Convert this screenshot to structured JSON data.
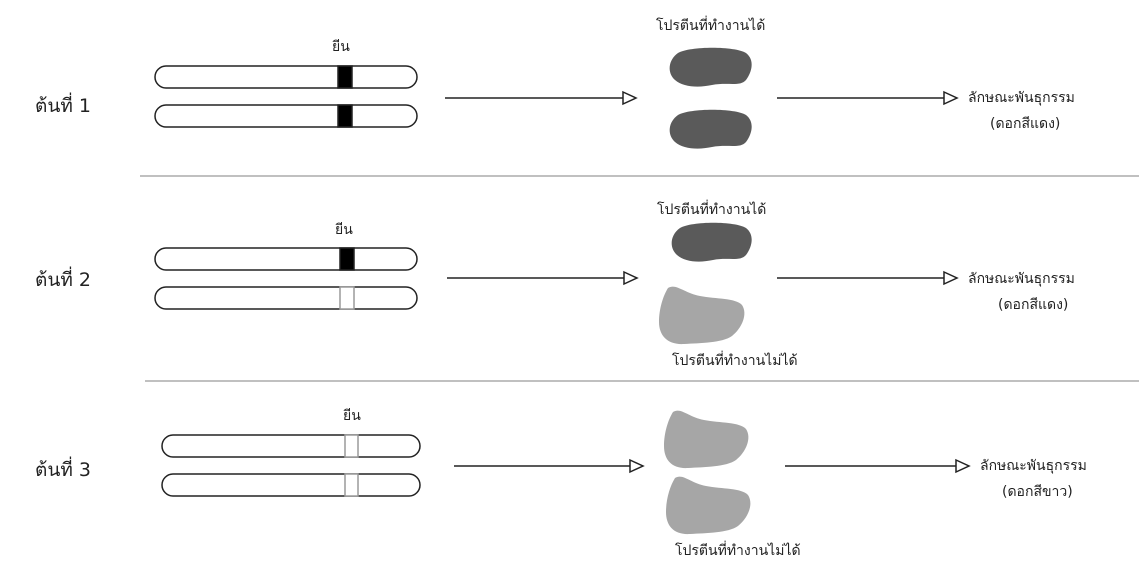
{
  "rows": [
    {
      "plant_label": "ต้นที่ 1",
      "gene_label": "ยีน",
      "alleles": [
        "functional",
        "functional"
      ],
      "protein_top_label": "โปรตีนที่ทำงานได้",
      "protein_bottom_label": "",
      "proteins": [
        "functional",
        "functional"
      ],
      "phenotype_line1": "ลักษณะพันธุกรรม",
      "phenotype_line2": "(ดอกสีแดง)"
    },
    {
      "plant_label": "ต้นที่ 2",
      "gene_label": "ยีน",
      "alleles": [
        "functional",
        "nonfunctional"
      ],
      "protein_top_label": "โปรตีนที่ทำงานได้",
      "protein_bottom_label": "โปรตีนที่ทำงานไม่ได้",
      "proteins": [
        "functional",
        "nonfunctional"
      ],
      "phenotype_line1": "ลักษณะพันธุกรรม",
      "phenotype_line2": "(ดอกสีแดง)"
    },
    {
      "plant_label": "ต้นที่ 3",
      "gene_label": "ยีน",
      "alleles": [
        "nonfunctional",
        "nonfunctional"
      ],
      "protein_top_label": "",
      "protein_bottom_label": "โปรตีนที่ทำงานไม่ได้",
      "proteins": [
        "nonfunctional",
        "nonfunctional"
      ],
      "phenotype_line1": "ลักษณะพันธุกรรม",
      "phenotype_line2": "(ดอกสีขาว)"
    }
  ],
  "colors": {
    "functional_fill": "#5a5a5a",
    "nonfunctional_fill": "#a6a6a6",
    "functional_band": "#000000",
    "nonfunctional_band": "#ffffff",
    "nonfunctional_band_stroke": "#9a9a9a",
    "line": "#222222",
    "divider": "#9a9a9a"
  }
}
